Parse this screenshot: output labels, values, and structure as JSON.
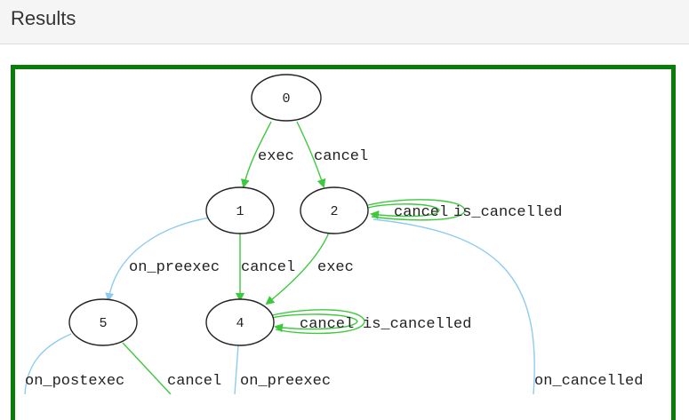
{
  "header": {
    "title": "Results"
  },
  "graph": {
    "colors": {
      "panel_border": "#087d08",
      "edge_green": "#3dc93d",
      "edge_blue": "#8ecbf0",
      "node_stroke": "#222222"
    },
    "nodes": [
      "0",
      "1",
      "2",
      "5",
      "4"
    ],
    "edge_labels": {
      "e01": "exec",
      "e02": "cancel",
      "e2loop_cancel": "cancel",
      "e2loop_is_cancelled": "is_cancelled",
      "e15": "on_preexec",
      "e14": "cancel",
      "e24": "exec",
      "e4loop_cancel": "cancel",
      "e4loop_is_cancelled": "is_cancelled",
      "e5_postexec": "on_postexec",
      "e5_cancel": "cancel",
      "e4_preexec": "on_preexec",
      "e2_cancelled": "on_cancelled"
    }
  }
}
